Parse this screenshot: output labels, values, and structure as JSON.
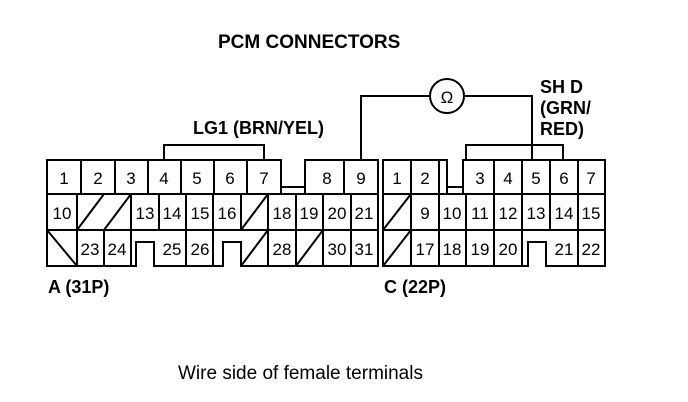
{
  "title": "PCM CONNECTORS",
  "caption": "Wire side of female terminals",
  "probe": {
    "label": "LG1 (BRN/YEL)",
    "label2_line1": "SH D",
    "label2_line2": "(GRN/",
    "label2_line3": "RED)",
    "meter_symbol": "Ω"
  },
  "connector_a": {
    "label": "A (31P)",
    "rows": [
      [
        "1",
        "2",
        "3",
        "4",
        "5",
        "6",
        "7",
        "",
        "8",
        "9"
      ],
      [
        "10",
        "",
        "",
        "13",
        "14",
        "15",
        "16",
        "",
        "18",
        "19",
        "20",
        "21"
      ],
      [
        "",
        "23",
        "24",
        "",
        "25",
        "26",
        "",
        "",
        "28",
        "",
        "30",
        "31"
      ]
    ]
  },
  "connector_c": {
    "label": "C (22P)",
    "rows": [
      [
        "1",
        "2",
        "",
        "3",
        "4",
        "5",
        "6",
        "7"
      ],
      [
        "",
        "9",
        "10",
        "11",
        "12",
        "13",
        "14",
        "15"
      ],
      [
        "",
        "17",
        "18",
        "19",
        "20",
        "",
        "21",
        "22"
      ]
    ]
  }
}
